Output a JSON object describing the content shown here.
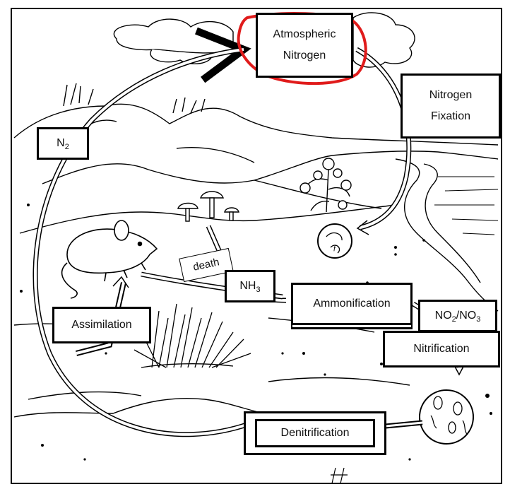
{
  "labels": {
    "atmospheric_nitrogen": [
      "Atmospheric",
      "Nitrogen"
    ],
    "nitrogen_fixation": [
      "Nitrogen",
      "Fixation"
    ],
    "n2": {
      "base": "N",
      "sub": "2"
    },
    "death": "death",
    "nh3": {
      "base": "NH",
      "sub": "3"
    },
    "ammonification": "Ammonification",
    "no2_no3": {
      "a": "NO",
      "a_sub": "2",
      "sep": "/",
      "b": "NO",
      "b_sub": "3"
    },
    "nitrification": "Nitrification",
    "assimilation": "Assimilation",
    "denitrification": "Denitrification"
  },
  "colors": {
    "highlight_circle": "#e01b1b",
    "ink": "#000000"
  },
  "highlighted_label": "atmospheric_nitrogen"
}
